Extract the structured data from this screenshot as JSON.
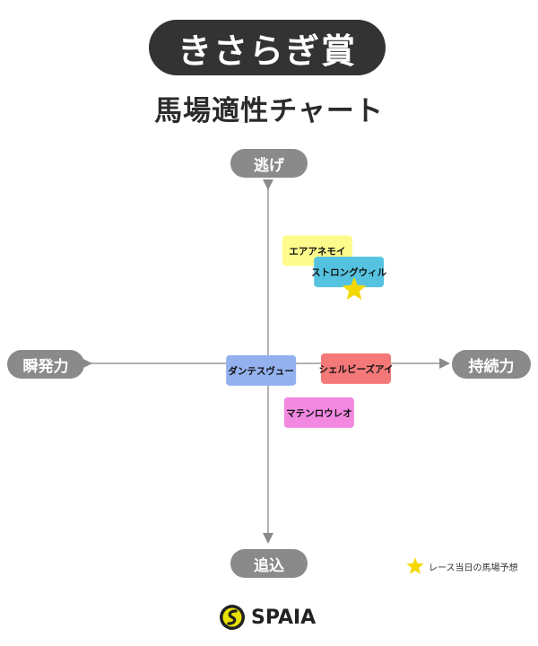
{
  "header": {
    "race_name": "きさらぎ賞",
    "chart_title": "馬場適性チャート"
  },
  "axes": {
    "top": "逃げ",
    "bottom": "追込",
    "left": "瞬発力",
    "right": "持続力"
  },
  "legend": {
    "star_label": "レース当日の馬場予想",
    "star_color": "#f5d800"
  },
  "logo": {
    "text": "SPAIA",
    "icon": "spaia-logo-icon"
  },
  "chart_data": {
    "type": "scatter",
    "title": "馬場適性チャート",
    "xlabel_left": "瞬発力",
    "xlabel_right": "持続力",
    "ylabel_top": "逃げ",
    "ylabel_bottom": "追込",
    "xlim": [
      -1,
      1
    ],
    "ylim": [
      -1,
      1
    ],
    "points": [
      {
        "label": "エアアネモイ",
        "x": 0.28,
        "y": 0.64,
        "color": "#fdfb8c"
      },
      {
        "label": "ストロングウィル",
        "x": 0.46,
        "y": 0.52,
        "color": "#55c3e0"
      },
      {
        "label": "ダンテスヴュー",
        "x": -0.04,
        "y": -0.04,
        "color": "#93b1ee"
      },
      {
        "label": "シェルビーズアイ",
        "x": 0.5,
        "y": -0.03,
        "color": "#f47878"
      },
      {
        "label": "マテンロウレオ",
        "x": 0.29,
        "y": -0.28,
        "color": "#f388e0"
      }
    ],
    "marker": {
      "label": "レース当日の馬場予想",
      "x": 0.49,
      "y": 0.42,
      "shape": "star",
      "color": "#f5d800"
    }
  }
}
